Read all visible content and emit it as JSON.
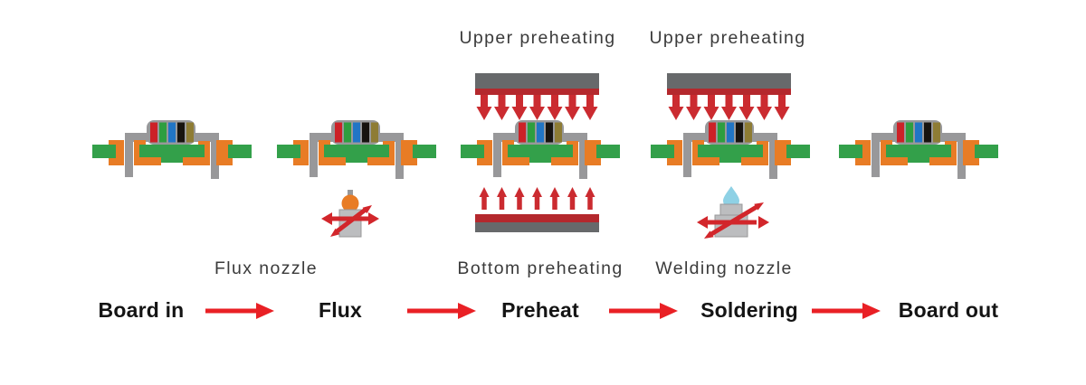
{
  "stations": {
    "upper_preheating_1": {
      "label": "Upper preheating"
    },
    "upper_preheating_2": {
      "label": "Upper preheating"
    },
    "flux_nozzle": {
      "label": "Flux nozzle"
    },
    "bottom_preheating": {
      "label": "Bottom preheating"
    },
    "welding_nozzle": {
      "label": "Welding nozzle"
    }
  },
  "flow": {
    "steps": [
      "Board in",
      "Flux",
      "Preheat",
      "Soldering",
      "Board out"
    ]
  },
  "icons": {
    "pcb_assembly": "pcb-with-banded-resistor-on-conveyor-clamps",
    "upper_heater": "heater-bar-with-seven-down-arrows",
    "bottom_heater": "heater-bar-with-seven-up-arrows",
    "flux_nozzle": "nozzle-with-orange-flux-droplet-and-spray-arrows",
    "welding_nozzle": "nozzle-with-blue-solder-drop-and-spray-arrows",
    "flow_arrow": "red-right-arrow"
  },
  "colors": {
    "board_green": "#33a04a",
    "pad_orange": "#e87c25",
    "lead_gray": "#98989a",
    "band_red": "#cc2127",
    "band_green": "#2e9e3f",
    "band_blue": "#2175c5",
    "band_black": "#17130f",
    "band_olive": "#8e7c34",
    "heater_gray": "#67696b",
    "heater_red": "#b4282d",
    "preheat_arrow_red": "#cb2b30",
    "flow_arrow_red": "#e92025",
    "nozzle_arrow_red": "#d2262b",
    "nozzle_gray": "#bcbdbf",
    "flux_orange": "#e87c25",
    "solder_blue": "#8ed1e5",
    "text_dark": "#3b3b3b",
    "flow_text": "#141414"
  }
}
